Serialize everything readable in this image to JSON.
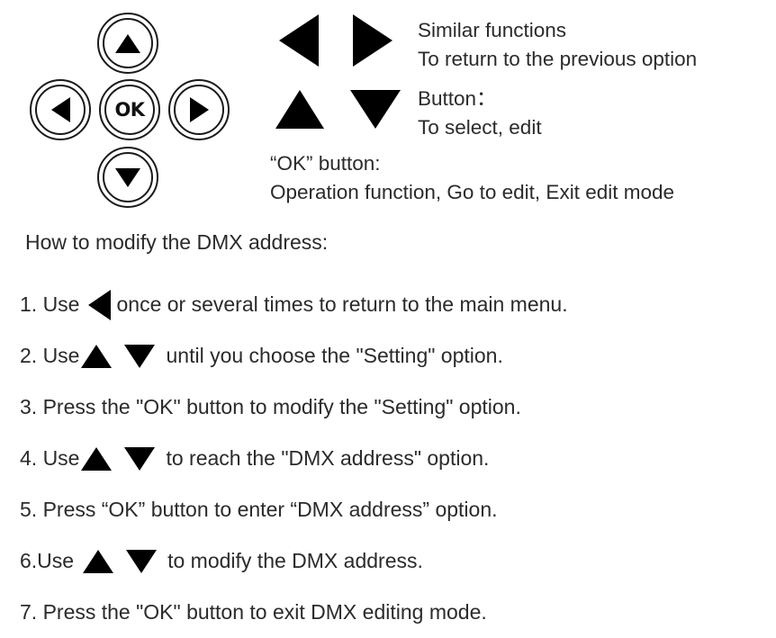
{
  "keypad": {
    "name": "directional-keypad",
    "buttons": [
      {
        "id": "up",
        "icon": "triangle-up-icon",
        "label": ""
      },
      {
        "id": "left",
        "icon": "triangle-left-icon",
        "label": ""
      },
      {
        "id": "ok",
        "icon": "ok-text",
        "label": "OK"
      },
      {
        "id": "right",
        "icon": "triangle-right-icon",
        "label": ""
      },
      {
        "id": "down",
        "icon": "triangle-down-icon",
        "label": ""
      }
    ]
  },
  "legend": {
    "left_right": {
      "icons": [
        "triangle-left-icon",
        "triangle-right-icon"
      ],
      "line1": "Similar functions",
      "line2": "To return to the previous option"
    },
    "up_down": {
      "icons": [
        "triangle-up-icon",
        "triangle-down-icon"
      ],
      "line1": "Button：",
      "line2": "To select, edit"
    },
    "ok": {
      "line1": "“OK” button:",
      "line2": "Operation function, Go to edit, Exit edit mode"
    }
  },
  "howto": {
    "heading": "How to modify the DMX address:",
    "steps": [
      {
        "num": "1. Use",
        "icons": [
          "triangle-left-icon"
        ],
        "tail": "once or several times to return to the main menu."
      },
      {
        "num": "2. Use",
        "icons": [
          "triangle-up-icon",
          "triangle-down-icon"
        ],
        "tail": "until you choose the \"Setting\" option."
      },
      {
        "num": "3. Press the \"OK\" button to modify the \"Setting\" option.",
        "icons": [],
        "tail": ""
      },
      {
        "num": "4. Use",
        "icons": [
          "triangle-up-icon",
          "triangle-down-icon"
        ],
        "tail": "to reach the \"DMX address\" option."
      },
      {
        "num": "5. Press “OK” button to enter “DMX address” option.",
        "icons": [],
        "tail": ""
      },
      {
        "num": "6.Use",
        "icons": [
          "triangle-up-icon",
          "triangle-down-icon"
        ],
        "tail": "to modify the DMX address."
      },
      {
        "num": "7. Press the \"OK\" button to exit DMX editing mode.",
        "icons": [],
        "tail": ""
      }
    ]
  },
  "colors": {
    "background": "#ffffff",
    "text": "#2c2a2b",
    "icon": "#000000",
    "button_outline": "#1a1a1a"
  }
}
